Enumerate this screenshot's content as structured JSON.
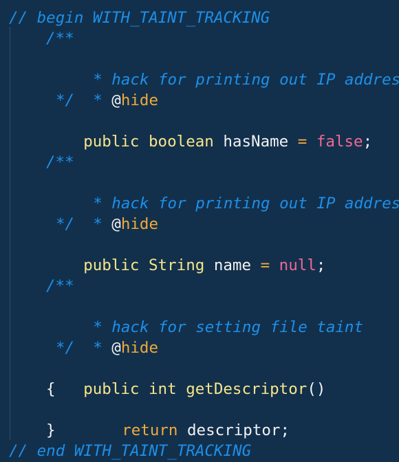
{
  "editor": {
    "colors": {
      "background": "#12304c",
      "comment": "#1e8fe8",
      "keyword": "#f6e58a",
      "literal": "#f06894",
      "annotation": "#f0a93a",
      "text": "#f2f2f2"
    },
    "lines": {
      "begin_comment": "// begin WITH_TAINT_TRACKING",
      "doc_open": "/**",
      "doc_close": "*/",
      "doc_star": "*",
      "at_sign": "@",
      "hide_tag": "hide",
      "hack_ip": "hack for printing out IP address",
      "hack_file": "hack for setting file taint",
      "kw_public": "public",
      "type_boolean": "boolean",
      "type_string": "String",
      "type_int": "int",
      "id_hasName": "hasName",
      "id_name": "name",
      "method_getDescriptor": "getDescriptor",
      "parens": "()",
      "assign": "=",
      "lit_false": "false",
      "lit_null": "null",
      "semicolon": ";",
      "open_brace": "{",
      "close_brace": "}",
      "kw_return": "return",
      "id_descriptor": "descriptor",
      "end_comment": "// end WITH_TAINT_TRACKING"
    }
  }
}
